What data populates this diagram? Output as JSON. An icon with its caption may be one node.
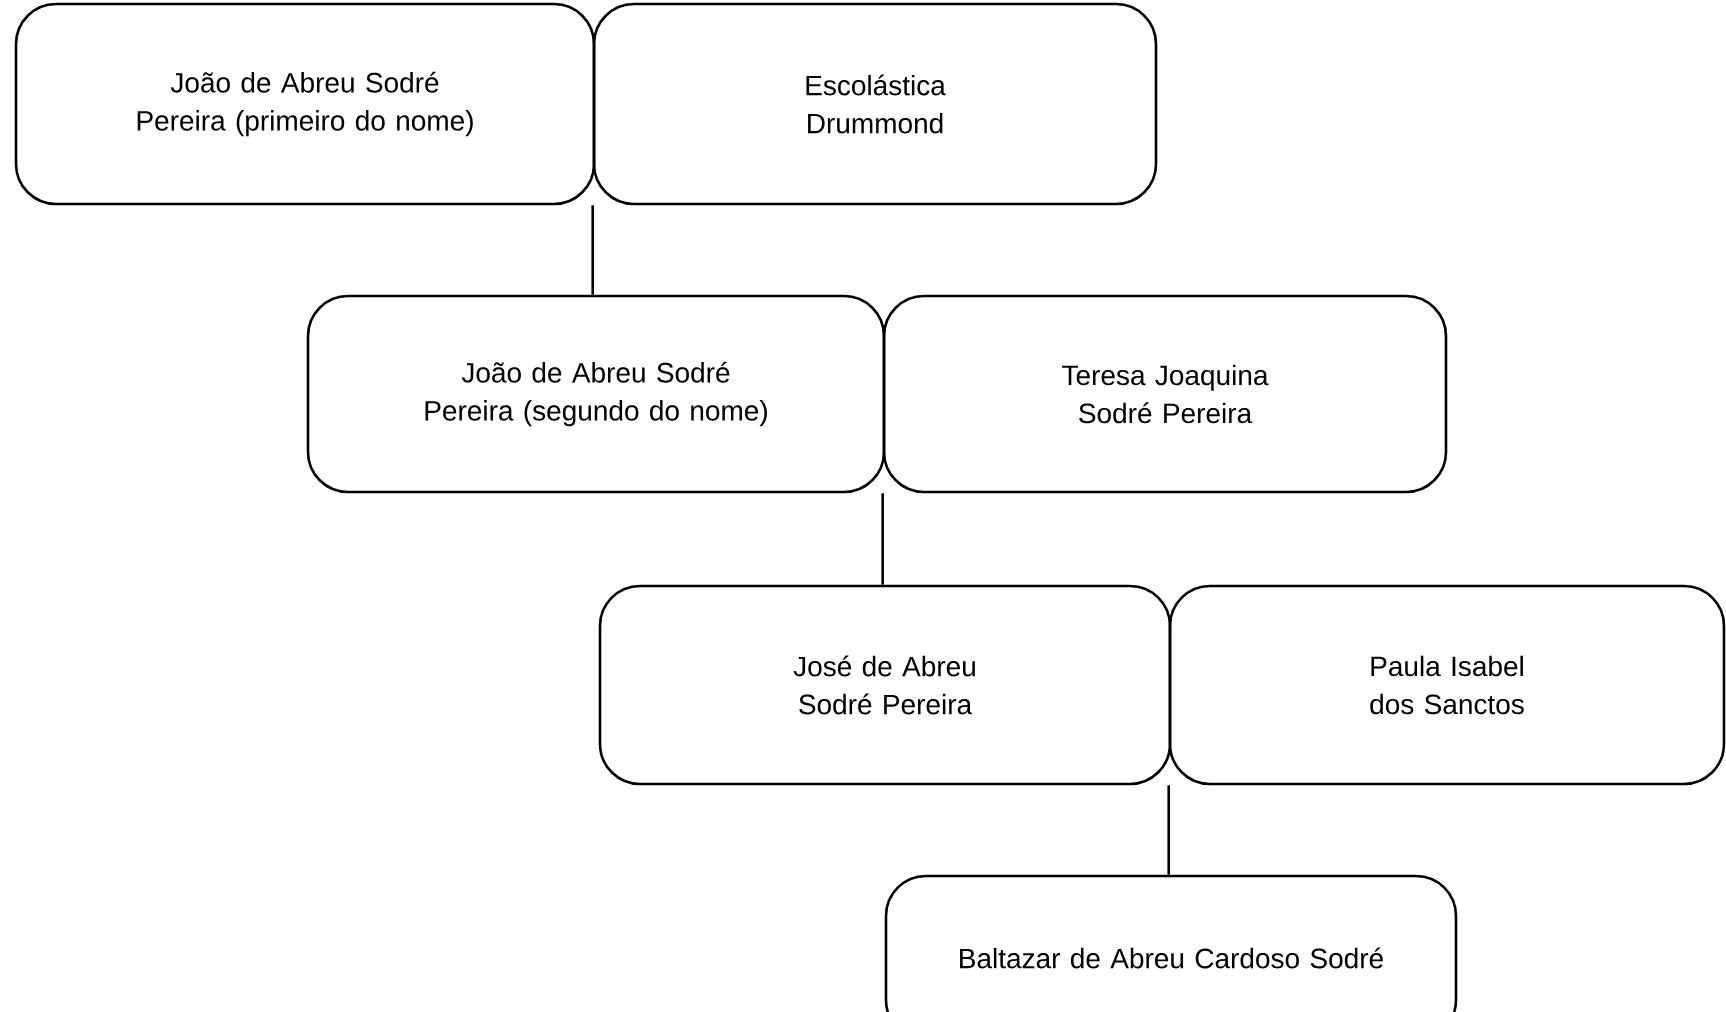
{
  "diagram": {
    "nodes": [
      {
        "text": [
          "João de Abreu Sodré Pereira (primeiro do nome)"
        ]
      },
      {
        "text": [
          "Escolástica Drummond"
        ]
      },
      {
        "text": [
          "João de Abreu Sodré Pereira (segundo do nome)"
        ]
      },
      {
        "text": [
          "Teresa Joaquina Sodré Pereira"
        ]
      },
      {
        "text": [
          "José de Abreu Sodré Pereira"
        ]
      },
      {
        "text": [
          "Paula Isabel dos Sanctos"
        ]
      },
      {
        "text": [
          "Baltazar de Abreu Cardoso Sodré"
        ]
      }
    ],
    "edges": [
      {
        "from": 0,
        "to": 2,
        "arrow": "none"
      },
      {
        "from": 1,
        "to": 2,
        "arrow": "none"
      },
      {
        "from": 2,
        "to": 4,
        "arrow": "none"
      },
      {
        "from": 3,
        "to": 4,
        "arrow": "none"
      },
      {
        "from": 4,
        "to": 6,
        "arrow": "none"
      },
      {
        "from": 5,
        "to": 6,
        "arrow": "none"
      }
    ]
  }
}
